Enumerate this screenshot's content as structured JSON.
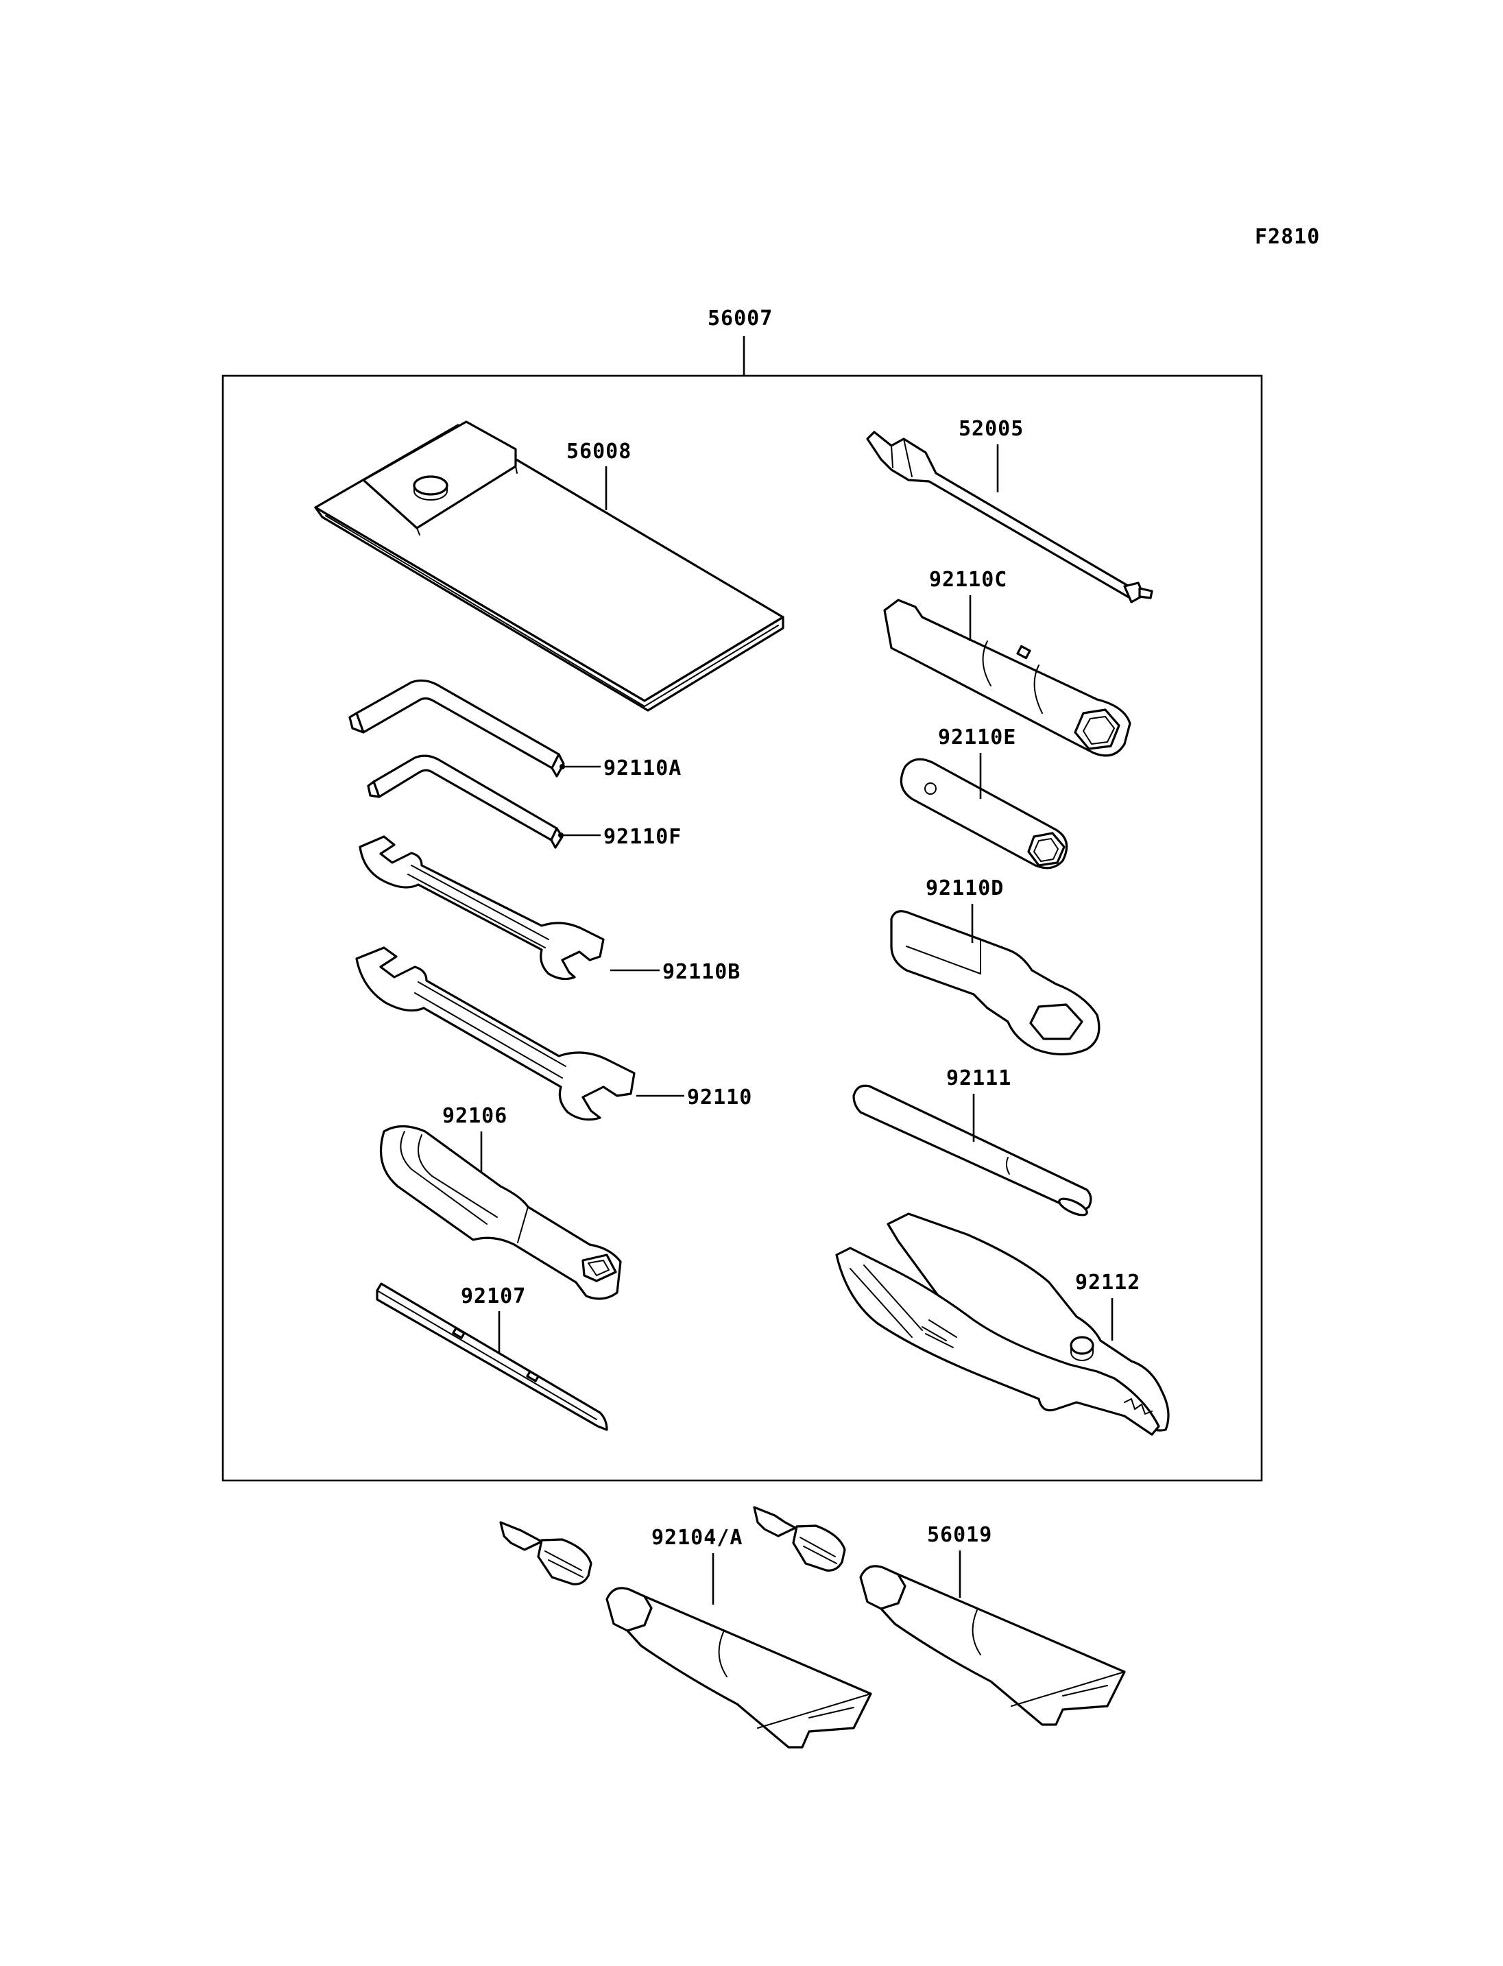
{
  "diagram": {
    "figure_code": "F2810",
    "kit_label": "56007",
    "parts": [
      {
        "id": "tool-bag",
        "label": "56008"
      },
      {
        "id": "spark-plug-extension",
        "label": "52005"
      },
      {
        "id": "allen-wrench-large",
        "label": "92110A"
      },
      {
        "id": "allen-wrench-small",
        "label": "92110F"
      },
      {
        "id": "socket-wrench",
        "label": "92110C"
      },
      {
        "id": "box-socket",
        "label": "92110E"
      },
      {
        "id": "open-end-wrench-small",
        "label": "92110B"
      },
      {
        "id": "ring-wrench",
        "label": "92110D"
      },
      {
        "id": "open-end-wrench-large",
        "label": "92110"
      },
      {
        "id": "tommy-bar",
        "label": "92111"
      },
      {
        "id": "screwdriver-handle",
        "label": "92106"
      },
      {
        "id": "pliers",
        "label": "92112"
      },
      {
        "id": "screwdriver-bit",
        "label": "92107"
      },
      {
        "id": "grease-tube-left",
        "label": "92104/A"
      },
      {
        "id": "grease-tube-right",
        "label": "56019"
      }
    ]
  }
}
